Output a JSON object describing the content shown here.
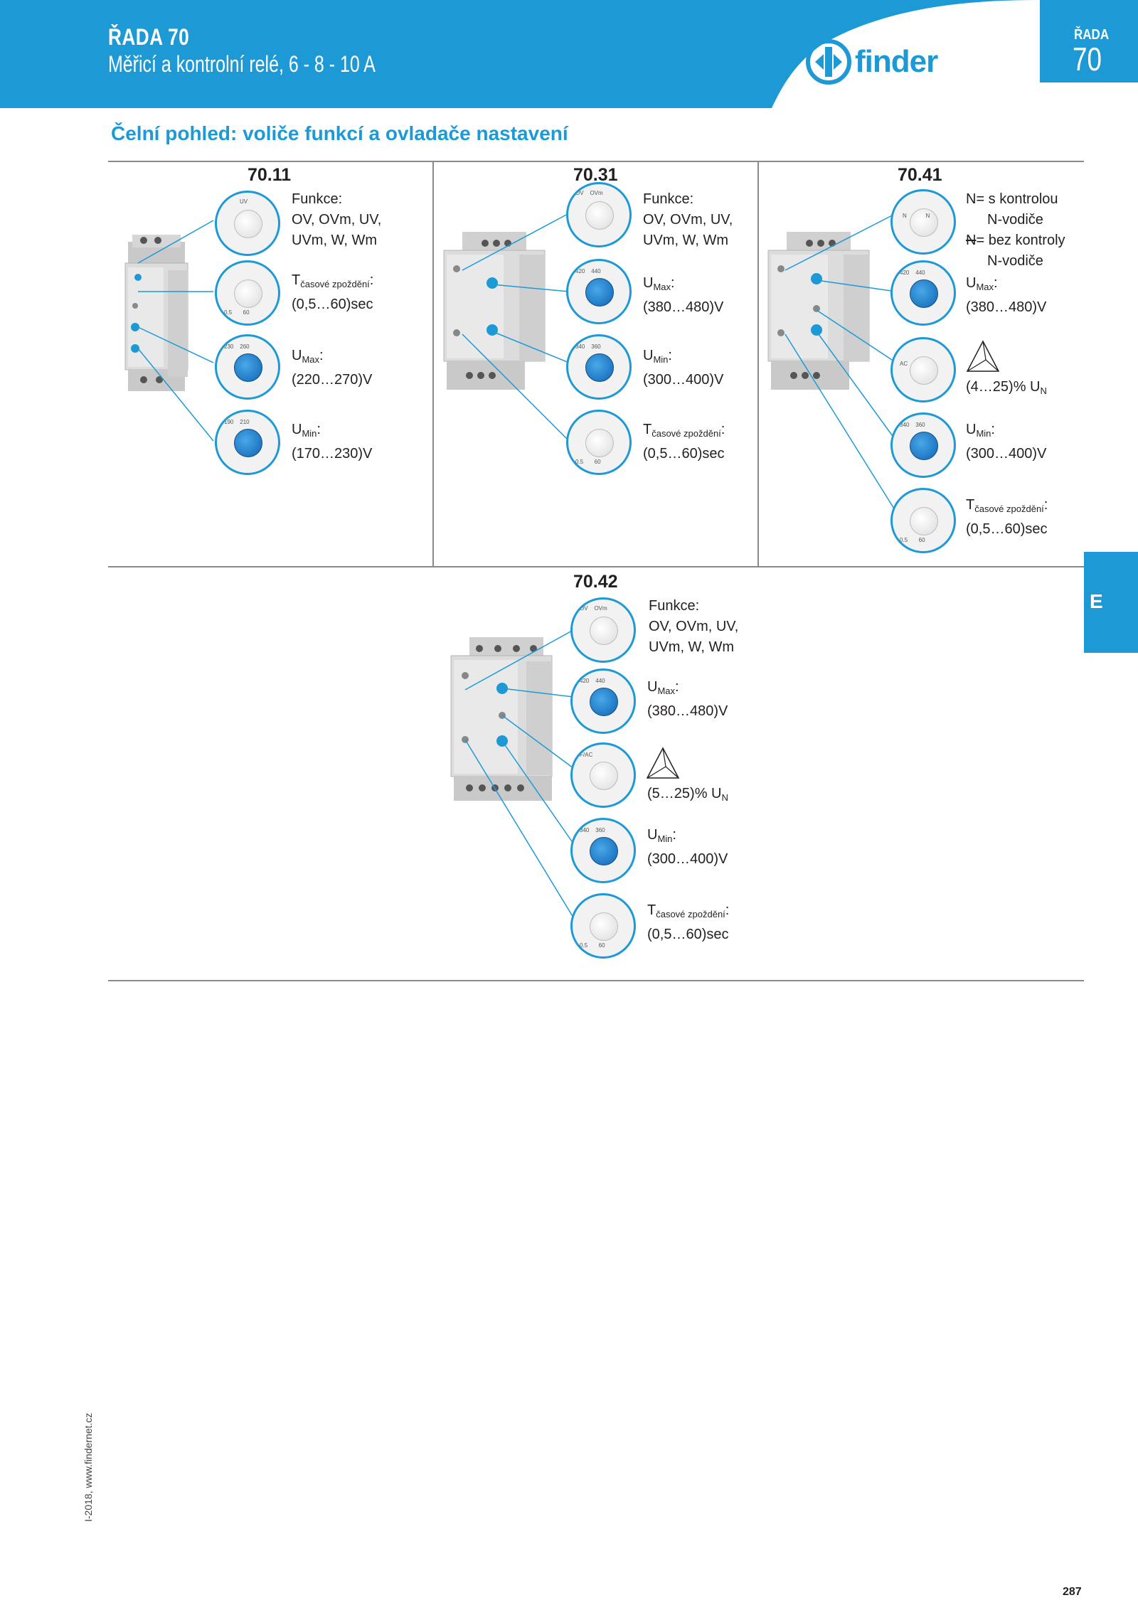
{
  "header": {
    "title": "ŘADA 70",
    "subtitle": "Měřicí a kontrolní relé, 6 - 8 - 10 A",
    "brand": "finder",
    "tab_label": "ŘADA",
    "tab_number": "70",
    "accent_color": "#1d9ad6"
  },
  "section_heading": "Čelní pohled: voliče funkcí a ovladače nastavení",
  "side_tab_letter": "E",
  "footer": {
    "left_text": "I-2018, www.findernet.cz",
    "page_number": "287"
  },
  "models": {
    "m7011": {
      "name": "70.11",
      "func_title": "Funkce:",
      "func_line1": "OV, OVm, UV,",
      "func_line2": "UVm, W, Wm",
      "t_main": "T",
      "t_sub": "časové zpoždění",
      "t_colon": ":",
      "t_range": "(0,5…60)sec",
      "umax_main": "U",
      "umax_sub": "Max",
      "umax_colon": ":",
      "umax_range": "(220…270)V",
      "umin_main": "U",
      "umin_sub": "Min",
      "umin_colon": ":",
      "umin_range": "(170…230)V"
    },
    "m7031": {
      "name": "70.31",
      "func_title": "Funkce:",
      "func_line1": "OV, OVm, UV,",
      "func_line2": "UVm, W, Wm",
      "umax_main": "U",
      "umax_sub": "Max",
      "umax_colon": ":",
      "umax_range": "(380…480)V",
      "umin_main": "U",
      "umin_sub": "Min",
      "umin_colon": ":",
      "umin_range": "(300…400)V",
      "t_main": "T",
      "t_sub": "časové zpoždění",
      "t_colon": ":",
      "t_range": "(0,5…60)sec"
    },
    "m7041": {
      "name": "70.41",
      "n_line1": "N= s kontrolou",
      "n_line2": "N-vodiče",
      "n_line3_strike": "N",
      "n_line3_rest": "= bez kontroly",
      "n_line4": "N-vodiče",
      "umax_main": "U",
      "umax_sub": "Max",
      "umax_colon": ":",
      "umax_range": "(380…480)V",
      "asym_range": "(4…25)% U",
      "asym_sub": "N",
      "umin_main": "U",
      "umin_sub": "Min",
      "umin_colon": ":",
      "umin_range": "(300…400)V",
      "t_main": "T",
      "t_sub": "časové zpoždění",
      "t_colon": ":",
      "t_range": "(0,5…60)sec"
    },
    "m7042": {
      "name": "70.42",
      "func_title": "Funkce:",
      "func_line1": "OV, OVm, UV,",
      "func_line2": "UVm, W, Wm",
      "umax_main": "U",
      "umax_sub": "Max",
      "umax_colon": ":",
      "umax_range": "(380…480)V",
      "asym_range": "(5…25)% U",
      "asym_sub": "N",
      "umin_main": "U",
      "umin_sub": "Min",
      "umin_colon": ":",
      "umin_range": "(300…400)V",
      "t_main": "T",
      "t_sub": "časové zpoždění",
      "t_colon": ":",
      "t_range": "(0,5…60)sec"
    }
  }
}
